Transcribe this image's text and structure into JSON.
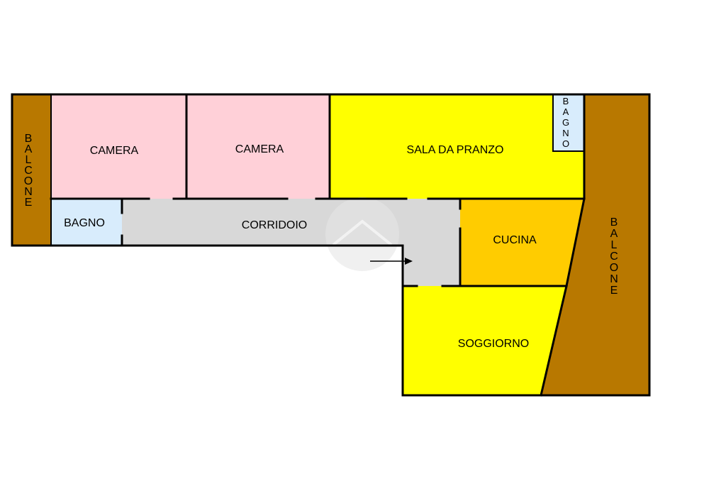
{
  "rooms": {
    "balcone_left": "BALCONE",
    "camera_1": "CAMERA",
    "camera_2": "CAMERA",
    "sala_da_pranzo": "SALA DA PRANZO",
    "bagno_small": "BAGNO",
    "balcone_right": "BALCONE",
    "bagno": "BAGNO",
    "corridoio": "CORRIDOIO",
    "cucina": "CUCINA",
    "soggiorno": "SOGGIORNO"
  },
  "colors": {
    "balcone": "#b87800",
    "camera": "#ffd0d8",
    "sala_da_pranzo": "#ffff00",
    "bagno": "#d8ecfc",
    "corridoio": "#d8d8d8",
    "cucina": "#ffcc00",
    "soggiorno": "#ffff00",
    "walls": "#000000"
  },
  "entrance_arrow": "arrow-right-icon"
}
